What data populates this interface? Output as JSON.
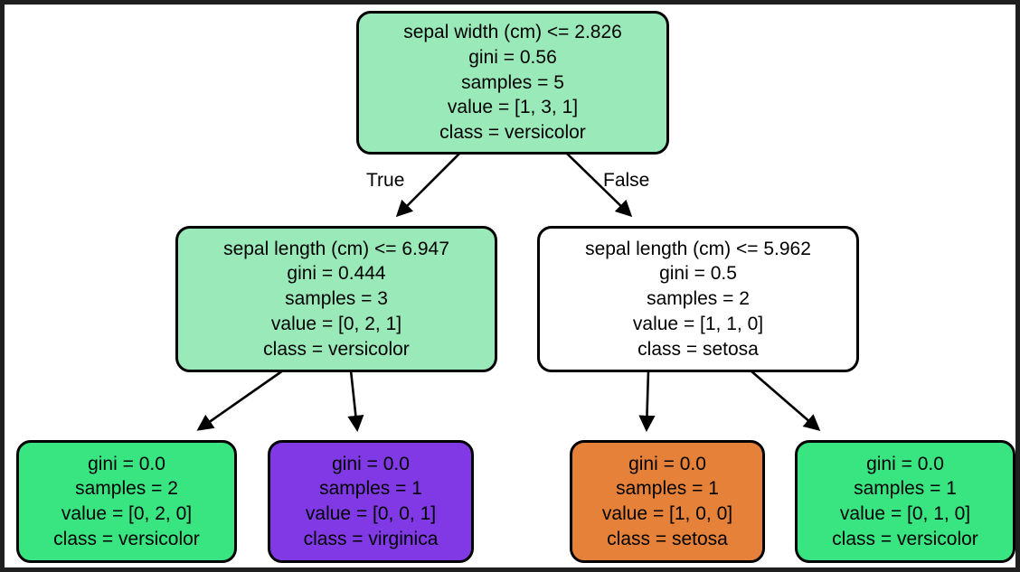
{
  "figure": {
    "type": "decision-tree",
    "dataset_features": [
      "sepal length (cm)",
      "sepal width (cm)"
    ],
    "classes": [
      "setosa",
      "versicolor",
      "virginica"
    ],
    "border_color": "#1f1f1f",
    "background_color": "#ffffff",
    "edge_color": "#000000",
    "node_border_color": "#000000"
  },
  "edge_labels": {
    "true": "True",
    "false": "False"
  },
  "nodes": [
    {
      "id": "root",
      "fill": "#9aeab9",
      "lines": [
        "sepal width (cm) <= 2.826",
        "gini = 0.56",
        "samples = 5",
        "value = [1, 3, 1]",
        "class = versicolor"
      ],
      "condition": "sepal width (cm) <= 2.826",
      "gini": 0.56,
      "samples": 5,
      "value": [
        1,
        3,
        1
      ],
      "class": "versicolor"
    },
    {
      "id": "left",
      "fill": "#9aeab9",
      "lines": [
        "sepal length (cm) <= 6.947",
        "gini = 0.444",
        "samples = 3",
        "value = [0, 2, 1]",
        "class = versicolor"
      ],
      "condition": "sepal length (cm) <= 6.947",
      "gini": 0.444,
      "samples": 3,
      "value": [
        0,
        2,
        1
      ],
      "class": "versicolor"
    },
    {
      "id": "right",
      "fill": "#ffffff",
      "lines": [
        "sepal length (cm) <= 5.962",
        "gini = 0.5",
        "samples = 2",
        "value = [1, 1, 0]",
        "class = setosa"
      ],
      "condition": "sepal length (cm) <= 5.962",
      "gini": 0.5,
      "samples": 2,
      "value": [
        1,
        1,
        0
      ],
      "class": "setosa"
    },
    {
      "id": "leaf1",
      "fill": "#39e581",
      "lines": [
        "gini = 0.0",
        "samples = 2",
        "value = [0, 2, 0]",
        "class = versicolor"
      ],
      "gini": 0.0,
      "samples": 2,
      "value": [
        0,
        2,
        0
      ],
      "class": "versicolor"
    },
    {
      "id": "leaf2",
      "fill": "#8139e5",
      "lines": [
        "gini = 0.0",
        "samples = 1",
        "value = [0, 0, 1]",
        "class = virginica"
      ],
      "gini": 0.0,
      "samples": 1,
      "value": [
        0,
        0,
        1
      ],
      "class": "virginica"
    },
    {
      "id": "leaf3",
      "fill": "#e58139",
      "lines": [
        "gini = 0.0",
        "samples = 1",
        "value = [1, 0, 0]",
        "class = setosa"
      ],
      "gini": 0.0,
      "samples": 1,
      "value": [
        1,
        0,
        0
      ],
      "class": "setosa"
    },
    {
      "id": "leaf4",
      "fill": "#39e581",
      "lines": [
        "gini = 0.0",
        "samples = 1",
        "value = [0, 1, 0]",
        "class = versicolor"
      ],
      "gini": 0.0,
      "samples": 1,
      "value": [
        0,
        1,
        0
      ],
      "class": "versicolor"
    }
  ]
}
